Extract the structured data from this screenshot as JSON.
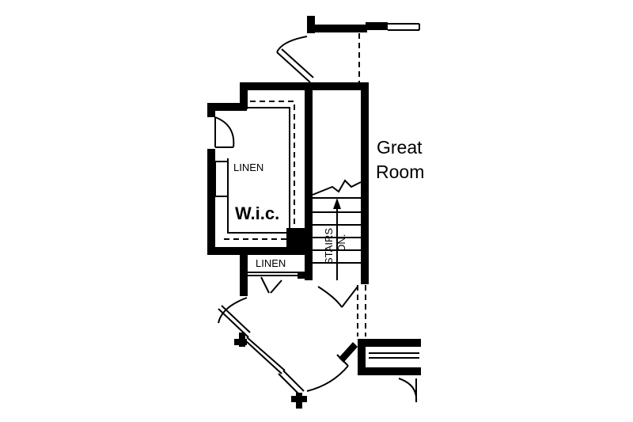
{
  "labels": {
    "great_room_line1": "Great",
    "great_room_line2": "Room",
    "linen_closet_upper": "LINEN",
    "walk_in_closet": "W.i.c.",
    "linen_closet_lower": "LINEN",
    "stairs_line1": "STAIRS",
    "stairs_line2": "DN."
  },
  "colors": {
    "wall": "#000000",
    "background": "#ffffff"
  }
}
